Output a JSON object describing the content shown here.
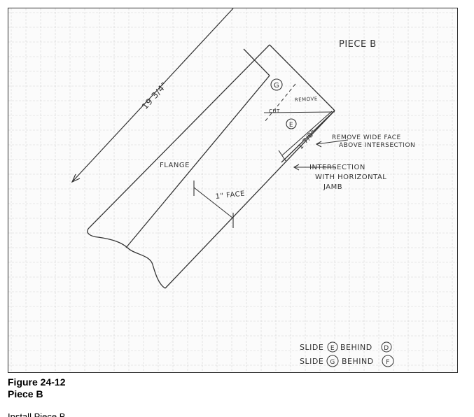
{
  "sketch": {
    "piece_title": "PIECE B",
    "dimension_long": "19 3/4\"",
    "dimension_short": "1 7/8\"",
    "label_g": "G",
    "label_remove": "REMOVE",
    "label_cut": "CUT",
    "label_e": "E",
    "note_remove_wide_line1": "REMOVE WIDE FACE",
    "note_remove_wide_line2": "ABOVE INTERSECTION",
    "label_flange": "FLANGE",
    "note_intersection_line1": "INTERSECTION",
    "note_intersection_line2": "WITH HORIZONTAL",
    "note_intersection_line3": "JAMB",
    "label_face": "1\" FACE",
    "slide_note_1": {
      "prefix": "SLIDE",
      "circle_a": "E",
      "middle": "BEHIND",
      "circle_b": "D"
    },
    "slide_note_2": {
      "prefix": "SLIDE",
      "circle_a": "G",
      "middle": "BEHIND",
      "circle_b": "F"
    }
  },
  "caption": {
    "figure_number": "Figure 24-12",
    "figure_title": "Piece B"
  },
  "body_text_fragment": "Install Piece B"
}
